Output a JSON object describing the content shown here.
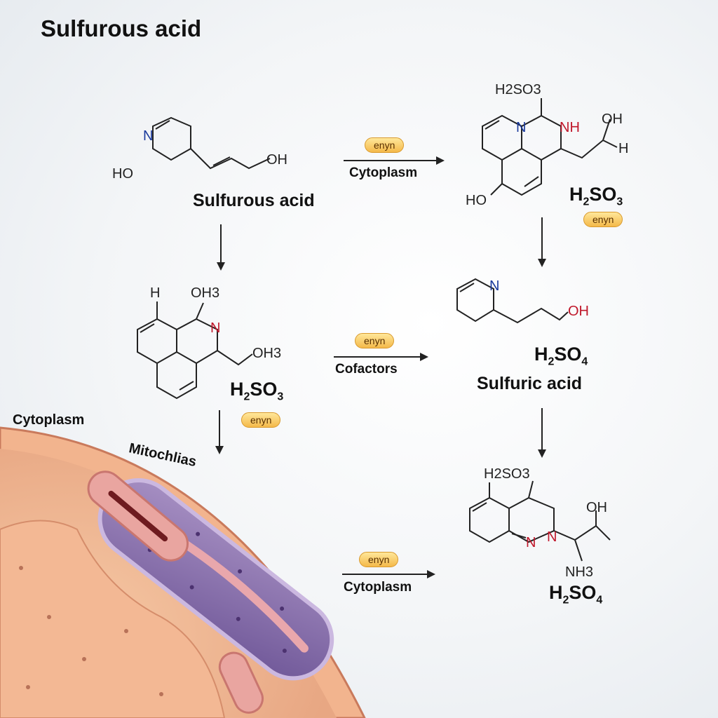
{
  "title": "Sulfurous acid",
  "compounds": {
    "top_left": {
      "name": "Sulfurous acid",
      "atoms": [
        "N",
        "HO",
        "OH"
      ]
    },
    "top_right": {
      "formula_plain": "H2SO3",
      "atoms": [
        "H2SO3",
        "N",
        "NH",
        "OH",
        "H",
        "HO"
      ]
    },
    "mid_left": {
      "formula_plain": "H2SO3",
      "atoms": [
        "H",
        "OH3",
        "N",
        "OH3"
      ]
    },
    "mid_right": {
      "formula_plain": "H2SO4",
      "name": "Sulfuric acid",
      "atoms": [
        "N",
        "OH"
      ]
    },
    "bottom_right": {
      "formula_plain": "H2SO4",
      "atoms": [
        "H2SO3",
        "N",
        "N",
        "OH",
        "NH3"
      ]
    }
  },
  "reactions": [
    {
      "enzyme": "enyn",
      "label": "Cytoplasm"
    },
    {
      "enzyme": "enyn",
      "label": "Cofactors"
    },
    {
      "enzyme": "enyn",
      "label": "Cytoplasm"
    }
  ],
  "side_enzymes": [
    "enyn",
    "enyn"
  ],
  "cell": {
    "cytoplasm_label": "Cytoplasm",
    "mito_label": "Mitochlias"
  },
  "colors": {
    "nitrogen": "#1a3a9c",
    "highlight": "#c0182b",
    "enzyme": "#f4b94a",
    "membrane": "#d6856a",
    "matrix": "#7a5c9c"
  }
}
